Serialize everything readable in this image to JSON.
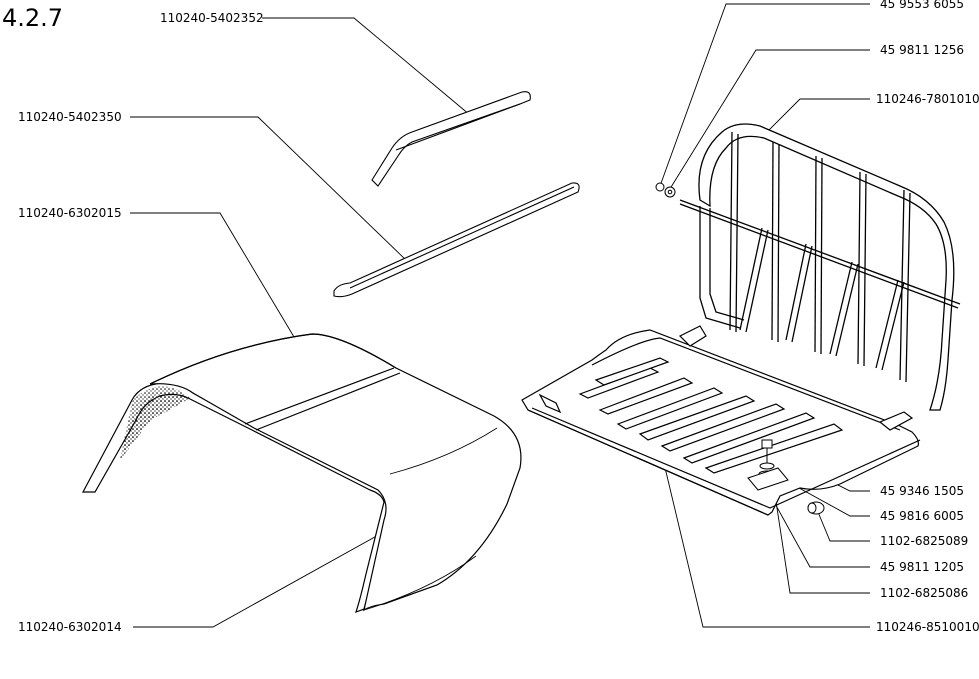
{
  "section": "4.2.7",
  "parts": [
    {
      "id": "p1",
      "number": "110240-5402352"
    },
    {
      "id": "p2",
      "number": "110240-5402350"
    },
    {
      "id": "p3",
      "number": "110240-6302015"
    },
    {
      "id": "p4",
      "number": "110240-6302014"
    },
    {
      "id": "p5",
      "number": "45 9553 6055"
    },
    {
      "id": "p6",
      "number": "45 9811 1256"
    },
    {
      "id": "p7",
      "number": "110246-7801010"
    },
    {
      "id": "p8",
      "number": "45 9346 1505"
    },
    {
      "id": "p9",
      "number": "45 9816 6005"
    },
    {
      "id": "p10",
      "number": "1102-6825089"
    },
    {
      "id": "p11",
      "number": "45 9811 1205"
    },
    {
      "id": "p12",
      "number": "1102-6825086"
    },
    {
      "id": "p13",
      "number": "110246-8510010"
    }
  ],
  "colors": {
    "line": "#000000",
    "background": "#ffffff"
  }
}
